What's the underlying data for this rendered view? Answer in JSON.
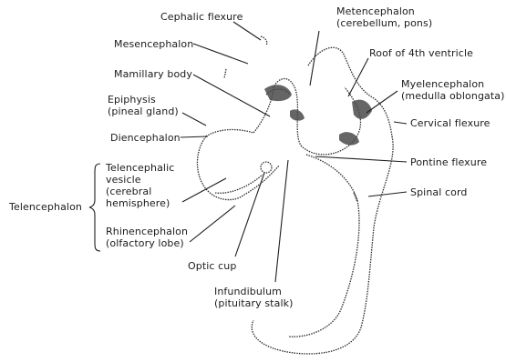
{
  "labels": {
    "cephalic_flexure": "Cephalic flexure",
    "mesencephalon": "Mesencephalon",
    "mamillary_body": "Mamillary body",
    "epiphysis_1": "Epiphysis",
    "epiphysis_2": "(pineal gland)",
    "diencephalon": "Diencephalon",
    "telencephalic_1": "Telencephalic",
    "telencephalic_2": "vesicle",
    "telencephalic_3": "(cerebral",
    "telencephalic_4": "hemisphere)",
    "telencephalon": "Telencephalon",
    "rhinencephalon_1": "Rhinencephalon",
    "rhinencephalon_2": "(olfactory lobe)",
    "optic_cup": "Optic cup",
    "infundibulum_1": "Infundibulum",
    "infundibulum_2": "(pituitary stalk)",
    "metencephalon_1": "Metencephalon",
    "metencephalon_2": "(cerebellum, pons)",
    "roof_4th": "Roof of 4th ventricle",
    "myelencephalon_1": "Myelencephalon",
    "myelencephalon_2": "(medulla oblongata)",
    "cervical_flexure": "Cervical flexure",
    "pontine_flexure": "Pontine flexure",
    "spinal_cord": "Spinal cord"
  }
}
